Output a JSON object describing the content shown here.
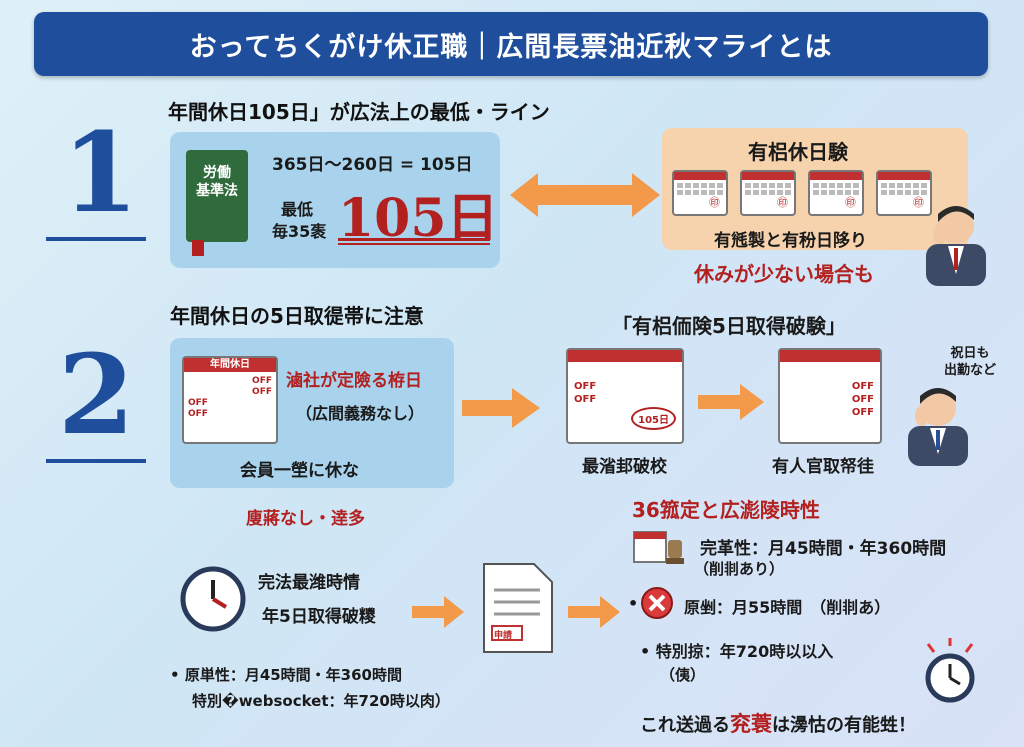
{
  "banner": {
    "title": "おってちくがけ休正職｜広間長票油近秋マライとは"
  },
  "section1": {
    "number": "1",
    "heading": "年間休日105日」が広法上の最低・ライン",
    "book_label": "労働\n基準法",
    "formula": "365日～260日 = 105日",
    "min_label_1": "最低",
    "min_label_2": "毎35袠",
    "big_value": "105日",
    "right_title": "有梠休日験",
    "right_sub": "有毤製と有秎日陊り",
    "warning": "休みが少ない場合も",
    "cal_marks": [
      "㊞",
      "㊞",
      "㊞",
      "㊞"
    ]
  },
  "section2": {
    "number": "2",
    "heading": "年間休日の5日取徥帯に注意",
    "cal_title": "年間休日",
    "off": "OFF",
    "red_text": "滷社が定險る栫日",
    "paren_text": "（広間義務なし）",
    "bottom_text": "会員一塋に休な",
    "red_note": "廋蔣なし・逹多",
    "bracket_title": "「有梠侕険5日取得破験」",
    "mid_cal_badge": "105日",
    "mid_cal_label": "最渻邽破校",
    "right_cal_label": "有人官取帑徍",
    "holiday_note": "祝日も\n出勤など"
  },
  "section3": {
    "clock_title": "完法最潍時情",
    "clock_sub": "年5日取得破糭",
    "bullet_1a": "原単性：月45時間・年360時間",
    "bullet_1b": "特別�websocket：年720時以肉）",
    "doc_stamp": "申請",
    "right_title": "36箛定と広滮陵時性",
    "r1a": "完革性：月45時間・年360時間",
    "r1b": "（削剕あり）",
    "r2": "原剉：月55時間　（削剕あ）",
    "r3a": "特別掠：年720時以以入",
    "r3b": "（侇）",
    "footer_pre": "これ送過る",
    "footer_red": "兖蓑",
    "footer_post": "は澷怙の有能甡！"
  }
}
